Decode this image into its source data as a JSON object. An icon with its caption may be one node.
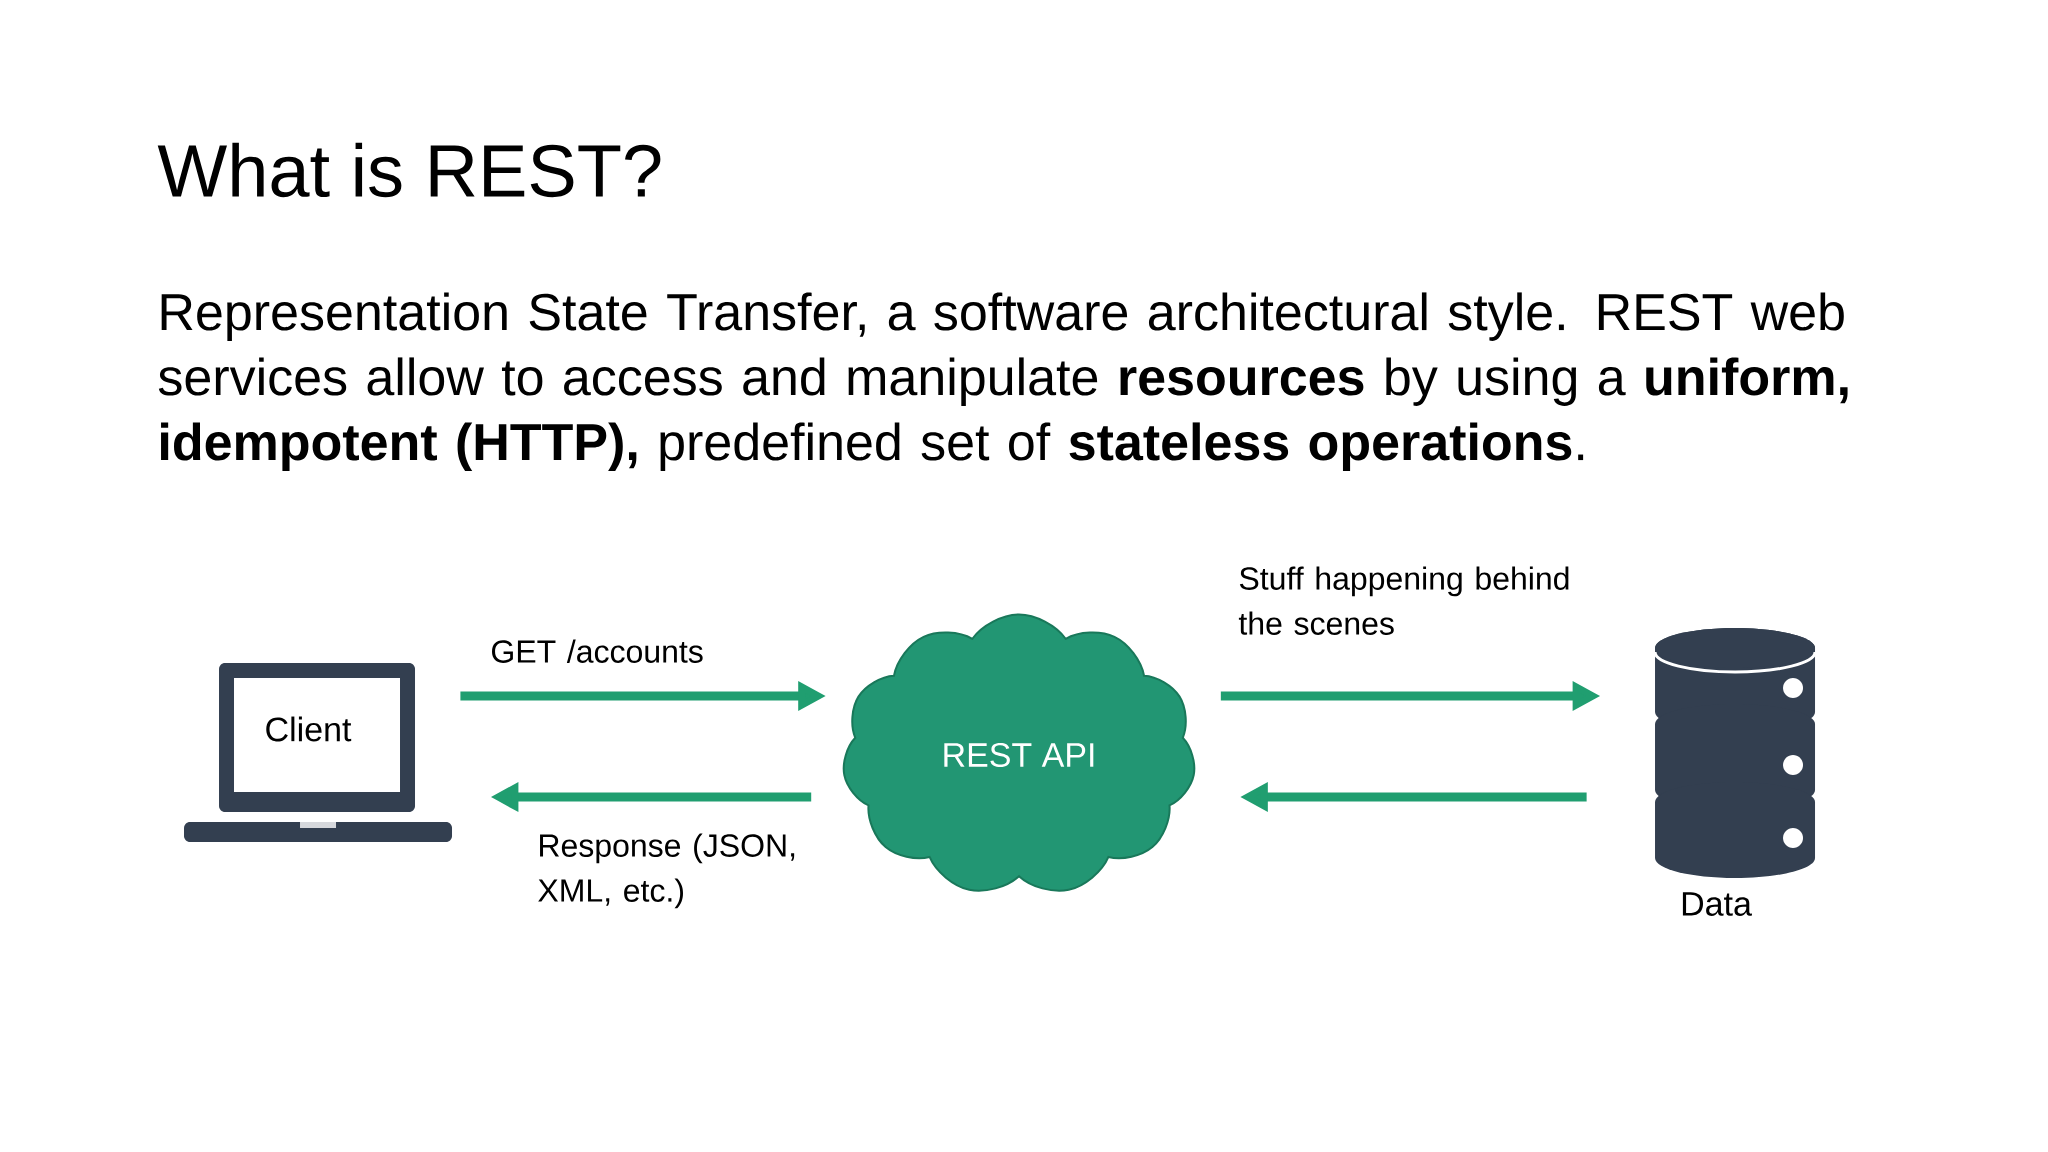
{
  "diagram": {
    "title": "What is REST?",
    "nodes": [
      {
        "text": [
          "Client"
        ]
      },
      {
        "text": [
          "REST API"
        ]
      },
      {
        "text": [
          "Data"
        ]
      }
    ],
    "edges": [
      {
        "from": 0,
        "to": 1,
        "arrow": "to",
        "label": "GET /accounts"
      },
      {
        "from": 1,
        "to": 0,
        "arrow": "to",
        "label": "Response (JSON, XML, etc.)"
      },
      {
        "from": 1,
        "to": 2,
        "arrow": "to",
        "label": "Stuff happening behind the scenes"
      },
      {
        "from": 2,
        "to": 1,
        "arrow": "to"
      }
    ],
    "labels": [
      "Representation State Transfer, a software architectural style. REST web services allow to access and manipulate **resources** by using a **uniform, idempotent (HTTP),** predefined set of **stateless operations**."
    ]
  }
}
